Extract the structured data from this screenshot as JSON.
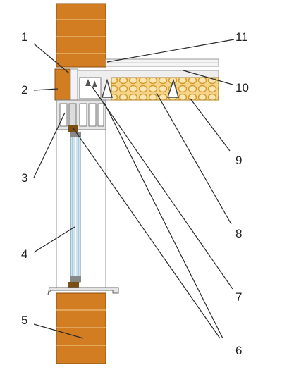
{
  "labels": [
    {
      "id": "1",
      "text": "1"
    },
    {
      "id": "2",
      "text": "2"
    },
    {
      "id": "3",
      "text": "3"
    },
    {
      "id": "4",
      "text": "4"
    },
    {
      "id": "5",
      "text": "5"
    },
    {
      "id": "6",
      "text": "6"
    },
    {
      "id": "7",
      "text": "7"
    },
    {
      "id": "8",
      "text": "8"
    },
    {
      "id": "9",
      "text": "9"
    },
    {
      "id": "10",
      "text": "10"
    },
    {
      "id": "11",
      "text": "11"
    }
  ],
  "colors": {
    "brick": "#d27d21",
    "brick_mortar": "#e8b56a",
    "insulation": "#f6d58a",
    "insulation_cell": "#e2a93c",
    "frame": "#d9d9d9",
    "glass": "#cfe3ee",
    "sealant": "#7a4f12",
    "leader": "#2a2a2a"
  }
}
